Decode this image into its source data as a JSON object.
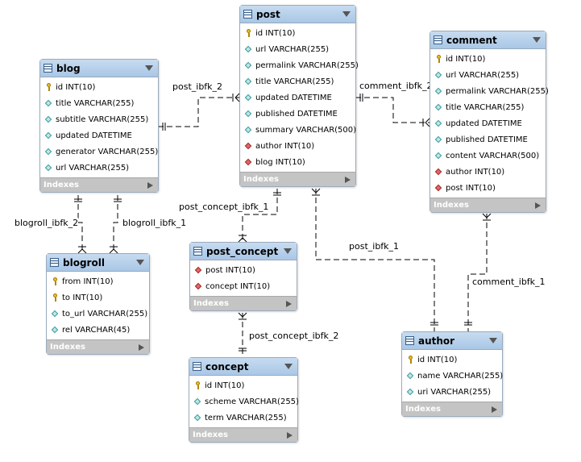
{
  "indexes_label": "Indexes",
  "tables": [
    {
      "id": "post",
      "name": "post",
      "columns": [
        {
          "text": "id INT(10)",
          "kind": "key"
        },
        {
          "text": "url VARCHAR(255)",
          "kind": "field"
        },
        {
          "text": "permalink VARCHAR(255)",
          "kind": "field"
        },
        {
          "text": "title VARCHAR(255)",
          "kind": "field"
        },
        {
          "text": "updated DATETIME",
          "kind": "field"
        },
        {
          "text": "published DATETIME",
          "kind": "field"
        },
        {
          "text": "summary VARCHAR(500)",
          "kind": "field"
        },
        {
          "text": "author INT(10)",
          "kind": "fk"
        },
        {
          "text": "blog INT(10)",
          "kind": "fk"
        }
      ]
    },
    {
      "id": "comment",
      "name": "comment",
      "columns": [
        {
          "text": "id INT(10)",
          "kind": "key"
        },
        {
          "text": "url VARCHAR(255)",
          "kind": "field"
        },
        {
          "text": "permalink VARCHAR(255)",
          "kind": "field"
        },
        {
          "text": "title VARCHAR(255)",
          "kind": "field"
        },
        {
          "text": "updated DATETIME",
          "kind": "field"
        },
        {
          "text": "published DATETIME",
          "kind": "field"
        },
        {
          "text": "content VARCHAR(500)",
          "kind": "field"
        },
        {
          "text": "author INT(10)",
          "kind": "fk"
        },
        {
          "text": "post INT(10)",
          "kind": "fk"
        }
      ]
    },
    {
      "id": "blog",
      "name": "blog",
      "columns": [
        {
          "text": "id INT(10)",
          "kind": "key"
        },
        {
          "text": "title VARCHAR(255)",
          "kind": "field"
        },
        {
          "text": "subtitle VARCHAR(255)",
          "kind": "field"
        },
        {
          "text": "updated DATETIME",
          "kind": "field"
        },
        {
          "text": "generator VARCHAR(255)",
          "kind": "field"
        },
        {
          "text": "url VARCHAR(255)",
          "kind": "field"
        }
      ]
    },
    {
      "id": "blogroll",
      "name": "blogroll",
      "columns": [
        {
          "text": "from INT(10)",
          "kind": "key"
        },
        {
          "text": "to INT(10)",
          "kind": "key"
        },
        {
          "text": "to_url VARCHAR(255)",
          "kind": "field"
        },
        {
          "text": "rel VARCHAR(45)",
          "kind": "field"
        }
      ]
    },
    {
      "id": "post_concept",
      "name": "post_concept",
      "columns": [
        {
          "text": "post INT(10)",
          "kind": "fk"
        },
        {
          "text": "concept INT(10)",
          "kind": "fk"
        }
      ]
    },
    {
      "id": "concept",
      "name": "concept",
      "columns": [
        {
          "text": "id INT(10)",
          "kind": "key"
        },
        {
          "text": "scheme VARCHAR(255)",
          "kind": "field"
        },
        {
          "text": "term VARCHAR(255)",
          "kind": "field"
        }
      ]
    },
    {
      "id": "author",
      "name": "author",
      "columns": [
        {
          "text": "id INT(10)",
          "kind": "key"
        },
        {
          "text": "name VARCHAR(255)",
          "kind": "field"
        },
        {
          "text": "uri VARCHAR(255)",
          "kind": "field"
        }
      ]
    }
  ],
  "relationships": [
    {
      "id": "post_ibfk_2",
      "label": "post_ibfk_2"
    },
    {
      "id": "comment_ibfk_2",
      "label": "comment_ibfk_2"
    },
    {
      "id": "blogroll_ibfk_2",
      "label": "blogroll_ibfk_2"
    },
    {
      "id": "blogroll_ibfk_1",
      "label": "blogroll_ibfk_1"
    },
    {
      "id": "post_concept_ibfk_1",
      "label": "post_concept_ibfk_1"
    },
    {
      "id": "post_ibfk_1",
      "label": "post_ibfk_1"
    },
    {
      "id": "comment_ibfk_1",
      "label": "comment_ibfk_1"
    },
    {
      "id": "post_concept_ibfk_2",
      "label": "post_concept_ibfk_2"
    }
  ]
}
